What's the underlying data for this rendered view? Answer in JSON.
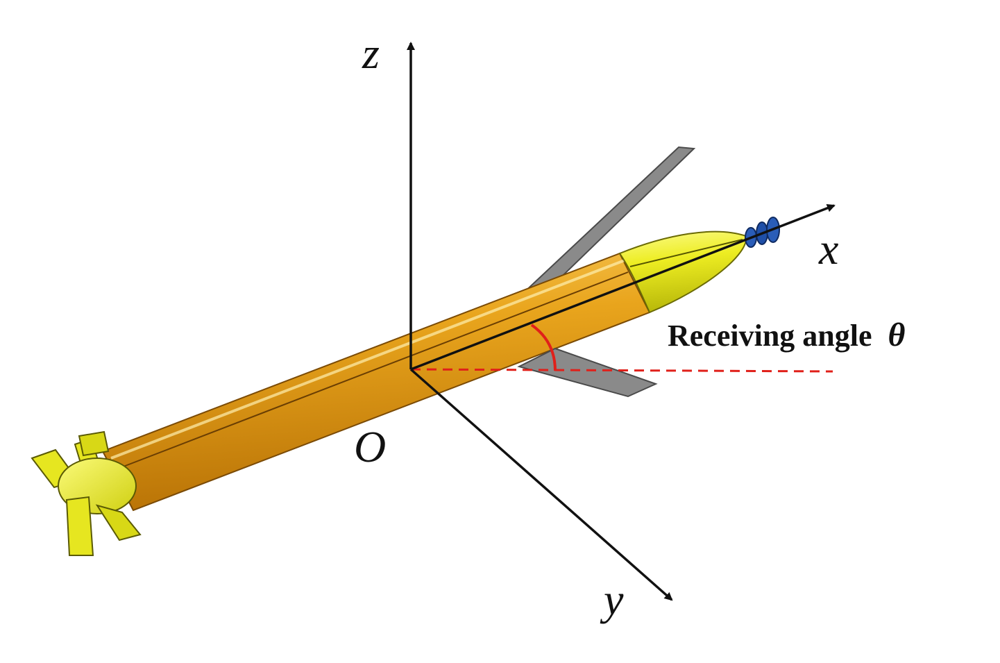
{
  "labels": {
    "z_axis": "z",
    "x_axis": "x",
    "y_axis": "y",
    "origin": "O",
    "receiving_angle": "Receiving angle",
    "theta": "θ"
  },
  "colors": {
    "body_orange": "#e39a0c",
    "nose_yellow": "#ecec1a",
    "fin_gray": "#8a8a8a",
    "sensor_blue": "#1f4fa8",
    "angle_red": "#e0201a",
    "axis_black": "#111111"
  }
}
